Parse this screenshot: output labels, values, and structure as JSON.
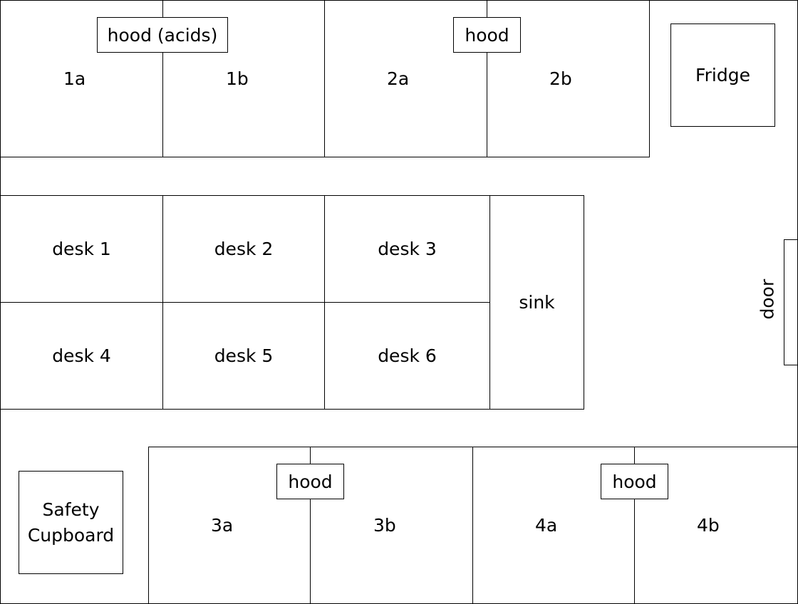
{
  "benches_top": {
    "bench_1a": "1a",
    "bench_1b": "1b",
    "bench_2a": "2a",
    "bench_2b": "2b",
    "hood_1": "hood (acids)",
    "hood_2": "hood"
  },
  "fridge": "Fridge",
  "desks": [
    "desk 1",
    "desk 2",
    "desk 3",
    "desk 4",
    "desk 5",
    "desk 6"
  ],
  "sink": "sink",
  "door": "door",
  "safety_cupboard": {
    "line1": "Safety",
    "line2": "Cupboard"
  },
  "benches_bottom": {
    "bench_3a": "3a",
    "bench_3b": "3b",
    "bench_4a": "4a",
    "bench_4b": "4b",
    "hood_3": "hood",
    "hood_4": "hood"
  }
}
